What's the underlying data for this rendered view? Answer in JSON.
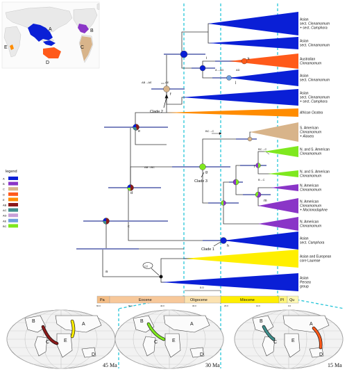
{
  "colors": {
    "A": "#0a1fd6",
    "B": "#8a35c7",
    "C": "#d8b48a",
    "D": "#ff5a1a",
    "E": "#ff8c00",
    "AB": "#8b1a1a",
    "AC": "#3f8f8c",
    "AD": "#c79fd8",
    "AE": "#6f9fe0",
    "BC": "#7fe81f",
    "yellow": "#ffef00",
    "dashed": "#25c5d8",
    "bar": "#7d86c0"
  },
  "world_map": {
    "regions": [
      {
        "code": "A",
        "color_key": "A"
      },
      {
        "code": "B",
        "color_key": "B"
      },
      {
        "code": "C",
        "color_key": "C"
      },
      {
        "code": "D",
        "color_key": "D"
      },
      {
        "code": "E",
        "color_key": "E"
      }
    ]
  },
  "legend": {
    "title": "legend",
    "items": [
      {
        "code": "A",
        "color_key": "A"
      },
      {
        "code": "B",
        "color_key": "B"
      },
      {
        "code": "C",
        "color_key": "C"
      },
      {
        "code": "D",
        "color_key": "D"
      },
      {
        "code": "E",
        "color_key": "E"
      },
      {
        "code": "AB",
        "color_key": "AB"
      },
      {
        "code": "AC",
        "color_key": "AC"
      },
      {
        "code": "AD",
        "color_key": "AD"
      },
      {
        "code": "AE",
        "color_key": "AE"
      },
      {
        "code": "BC",
        "color_key": "BC"
      }
    ]
  },
  "tips": [
    {
      "lines": [
        [
          "Asian",
          ""
        ],
        [
          "sect. ",
          "Cinnamomum"
        ],
        [
          "+ sect. ",
          "Camphora"
        ]
      ],
      "color_key": "A"
    },
    {
      "lines": [
        [
          "Asian",
          ""
        ],
        [
          "sect. ",
          "Cinnamomum"
        ]
      ],
      "color_key": "A"
    },
    {
      "lines": [
        [
          "Australian",
          ""
        ],
        [
          "",
          "Cinnamomum"
        ]
      ],
      "color_key": "D"
    },
    {
      "lines": [
        [
          "Asian",
          ""
        ],
        [
          "sect. ",
          "Cinnamomum"
        ]
      ],
      "color_key": "A"
    },
    {
      "lines": [
        [
          "Asian",
          ""
        ],
        [
          "sect. ",
          "Cinnamomum"
        ],
        [
          "+ sect. ",
          "Camphora"
        ]
      ],
      "color_key": "A"
    },
    {
      "lines": [
        [
          "",
          "African Ocotea"
        ]
      ],
      "color_key": "E"
    },
    {
      "lines": [
        [
          "S. American",
          ""
        ],
        [
          "",
          "Cinnamomum"
        ],
        [
          "+ ",
          "Aiouea"
        ]
      ],
      "color_key": "C"
    },
    {
      "lines": [
        [
          "N. and S. American",
          ""
        ],
        [
          "",
          "Cinnamomum"
        ]
      ],
      "color_key": "BC"
    },
    {
      "lines": [
        [
          "N. and S. American",
          ""
        ],
        [
          "",
          "Cinnamomum"
        ]
      ],
      "color_key": "BC"
    },
    {
      "lines": [
        [
          "N. American",
          ""
        ],
        [
          "",
          "Cinnamomum"
        ]
      ],
      "color_key": "B"
    },
    {
      "lines": [
        [
          "N. American",
          ""
        ],
        [
          "",
          "Cinnamomum"
        ],
        [
          "+ ",
          "Mocinnodaphne"
        ]
      ],
      "color_key": "B"
    },
    {
      "lines": [
        [
          "N. American",
          ""
        ],
        [
          "",
          "Cinnamomum"
        ]
      ],
      "color_key": "B"
    },
    {
      "lines": [
        [
          "Asian",
          ""
        ],
        [
          "sect. ",
          "Camphora"
        ]
      ],
      "color_key": "A"
    },
    {
      "lines": [
        [
          "Asian and European",
          ""
        ],
        [
          "core Laureae",
          ""
        ]
      ],
      "color_key": "yellow"
    },
    {
      "lines": [
        [
          "Asian",
          ""
        ],
        [
          "",
          "Persea"
        ],
        [
          " group",
          ""
        ]
      ],
      "color_key": "A"
    }
  ],
  "node_labels": [
    "a",
    "c",
    "d",
    "e",
    "f",
    "g",
    "h",
    "i",
    "j",
    "k",
    "l",
    "m"
  ],
  "events": [
    "AB→AE",
    "AB→BC",
    "A→AD",
    "AD",
    "BC→C",
    "BC→C",
    "B→C"
  ],
  "calibration": "C2",
  "clades": [
    "Clade 1",
    "Clade 2",
    "Clade 3"
  ],
  "scale_value": "0.0",
  "epochs": [
    "Pa",
    "Eocene",
    "Oligocene",
    "Miocene",
    "Pl",
    "Qu"
  ],
  "epoch_ticks": [
    "60.0",
    "50.0",
    "40.0",
    "30.0",
    "20.0",
    "10.0",
    "0.0"
  ],
  "paleomaps": [
    {
      "age": "45 Ma",
      "labels": [
        "A",
        "B",
        "C",
        "D",
        "E"
      ]
    },
    {
      "age": "30 Ma",
      "labels": [
        "A",
        "B",
        "C",
        "D",
        "E"
      ]
    },
    {
      "age": "15 Ma",
      "labels": [
        "A",
        "B",
        "C",
        "D",
        "E"
      ]
    }
  ]
}
